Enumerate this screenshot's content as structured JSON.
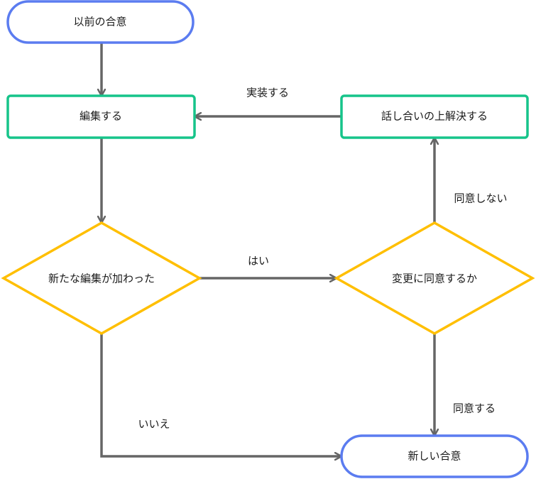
{
  "colors": {
    "terminal": "#5b7cf0",
    "process": "#16c48a",
    "decision": "#ffbf00",
    "edge": "#666666",
    "text": "#1a1a1a",
    "background": "#ffffff"
  },
  "nodes": {
    "start": {
      "label": "以前の合意",
      "shape": "terminal"
    },
    "edit": {
      "label": "編集する",
      "shape": "process"
    },
    "new_edit": {
      "label": "新たな編集が加わった",
      "shape": "decision"
    },
    "agree": {
      "label": "変更に同意するか",
      "shape": "decision"
    },
    "discuss": {
      "label": "話し合いの上解決する",
      "shape": "process"
    },
    "consensus": {
      "label": "新しい合意",
      "shape": "terminal"
    }
  },
  "edges": {
    "start_to_edit": {
      "from": "start",
      "to": "edit",
      "label": ""
    },
    "edit_to_new_edit": {
      "from": "edit",
      "to": "new_edit",
      "label": ""
    },
    "new_edit_yes": {
      "from": "new_edit",
      "to": "agree",
      "label": "はい"
    },
    "new_edit_no": {
      "from": "new_edit",
      "to": "consensus",
      "label": "いいえ"
    },
    "agree_no": {
      "from": "agree",
      "to": "discuss",
      "label": "同意しない"
    },
    "agree_yes": {
      "from": "agree",
      "to": "consensus",
      "label": "同意する"
    },
    "discuss_to_edit": {
      "from": "discuss",
      "to": "edit",
      "label": "実装する"
    }
  }
}
